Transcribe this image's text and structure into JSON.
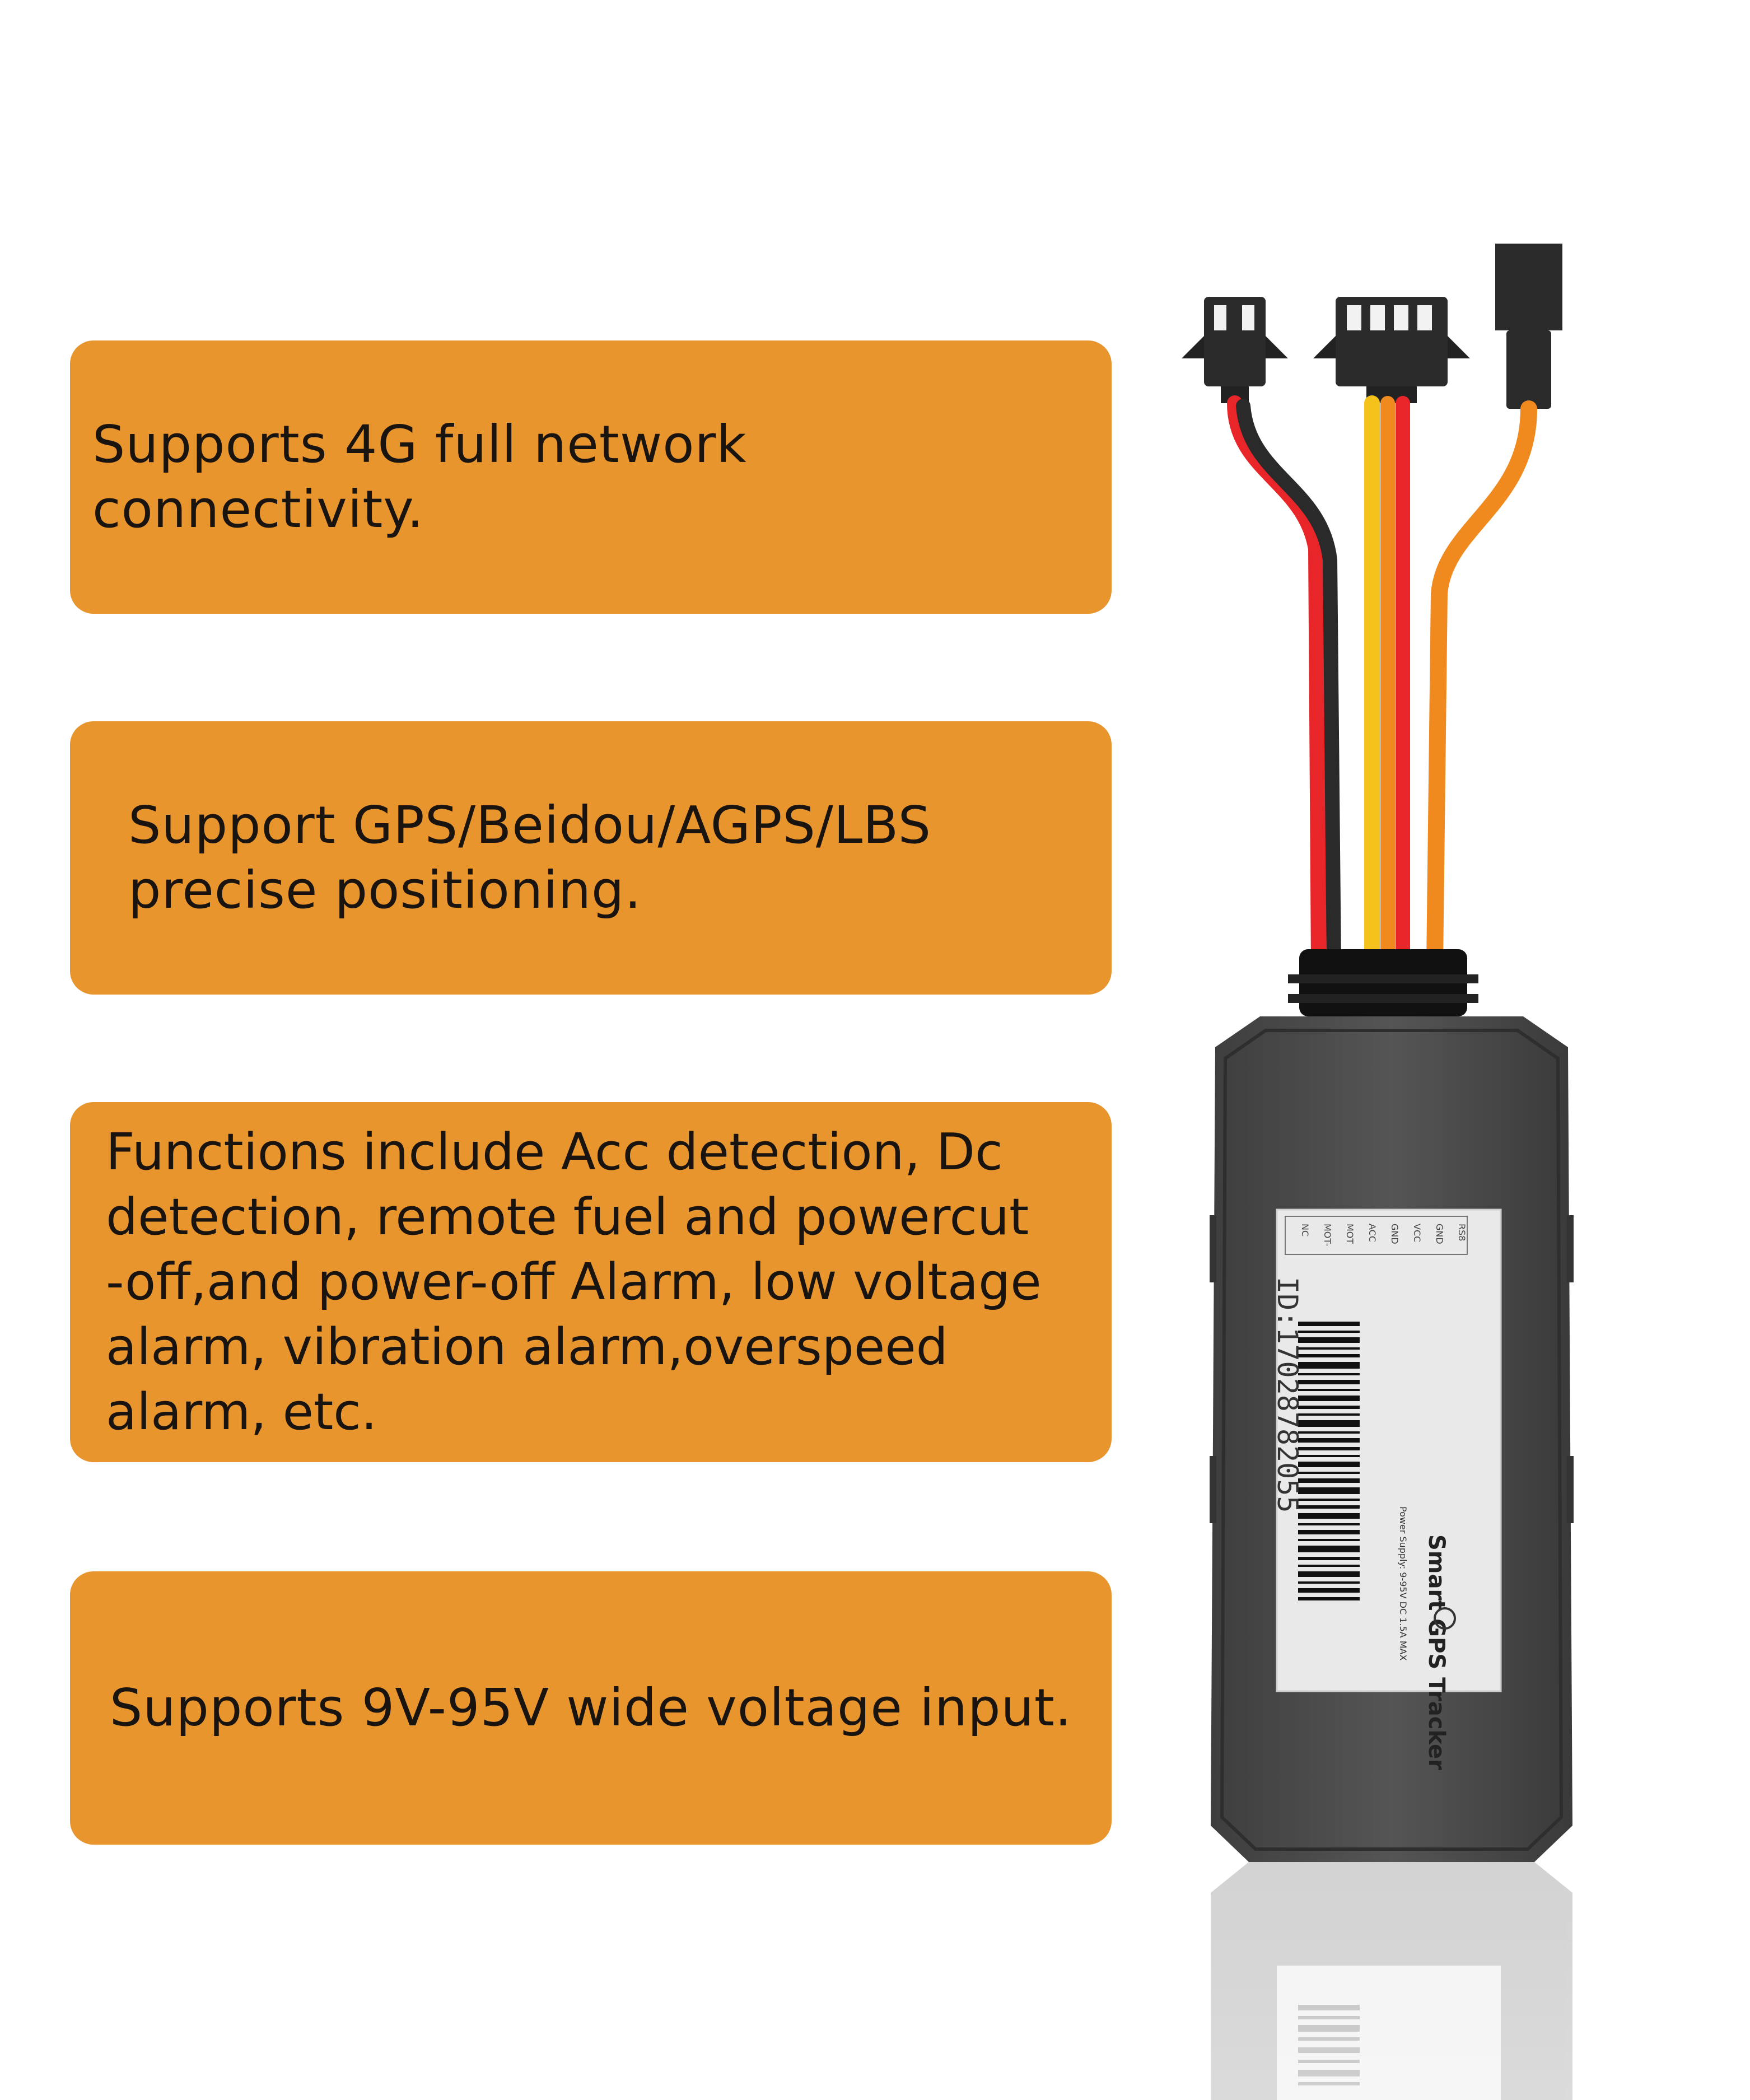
{
  "features": [
    {
      "text": "Supports 4G full network connectivity."
    },
    {
      "text": "Support GPS/Beidou/AGPS/LBS\nprecise positioning."
    },
    {
      "text": "Functions include Acc detection, Dc\ndetection, remote fuel and powercut\n-off,and power-off Alarm, low voltage\nalarm, vibration alarm,overspeed alarm, etc."
    },
    {
      "text": "Supports 9V-95V wide voltage input."
    }
  ],
  "device": {
    "title": "Smart GPS Tracker",
    "power": "Power Supply: 9-95V DC 1.5A MAX",
    "id": "ID:17028782055",
    "pins": [
      "RS8",
      "GND",
      "VCC",
      "GND",
      "ACC",
      "MOT",
      "MOT-",
      "NC"
    ]
  },
  "colors": {
    "card_bg": "#e8952e",
    "housing": "#4a4a4a",
    "wire_red": "#e8262a",
    "wire_yellow": "#f5c21b",
    "wire_orange": "#f08a1f"
  }
}
